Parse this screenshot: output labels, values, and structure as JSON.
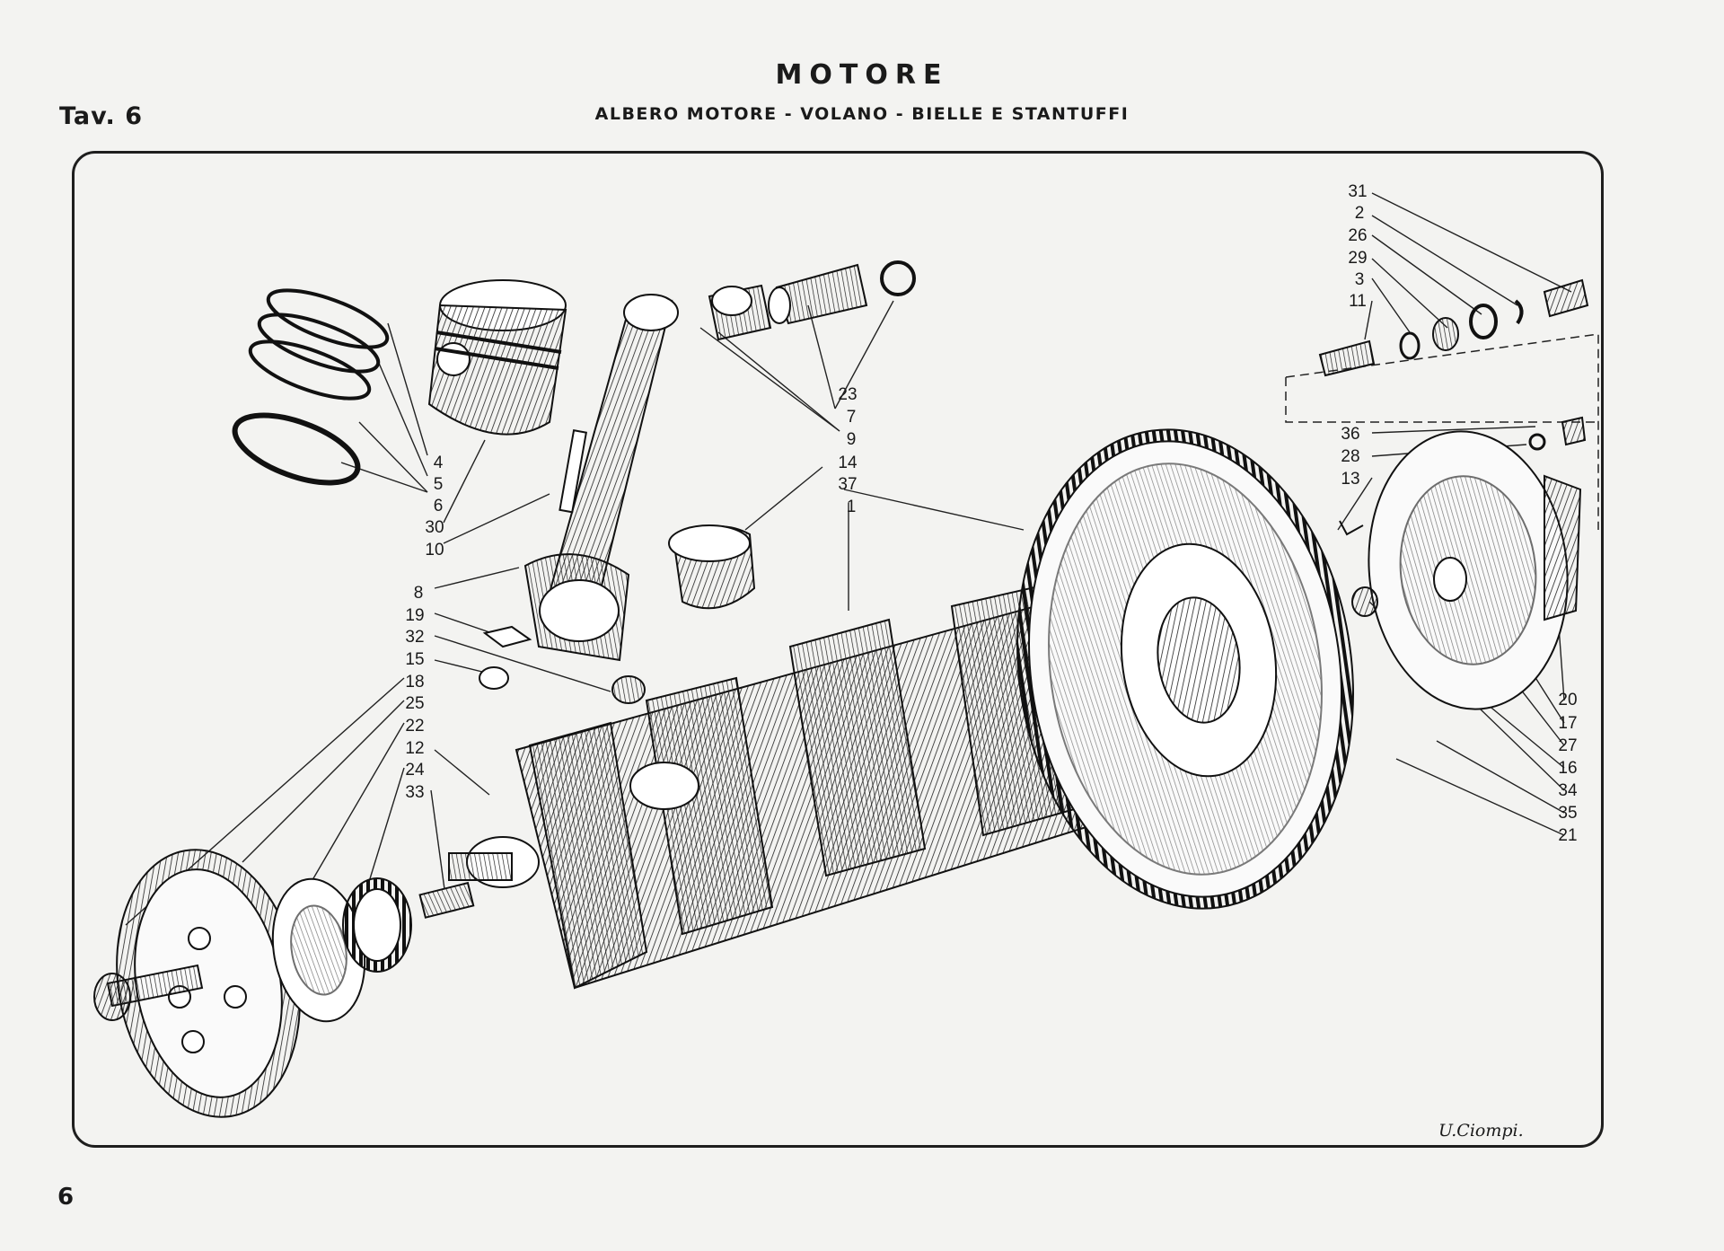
{
  "header": {
    "title": "MOTORE",
    "subtitle": "ALBERO MOTORE - VOLANO - BIELLE E STANTUFFI",
    "plate": "Tav. 6"
  },
  "footer": {
    "page_number": "6",
    "signature": "U.Ciompi."
  },
  "callouts": {
    "l4": "4",
    "l5": "5",
    "l6": "6",
    "l30": "30",
    "l10": "10",
    "l23": "23",
    "l7": "7",
    "l9": "9",
    "l14": "14",
    "l37": "37",
    "l1": "1",
    "l8": "8",
    "l19": "19",
    "l32": "32",
    "l15": "15",
    "l18": "18",
    "l25": "25",
    "l22": "22",
    "l12": "12",
    "l24": "24",
    "l33": "33",
    "l31": "31",
    "l2": "2",
    "l26": "26",
    "l29": "29",
    "l3": "3",
    "l11": "11",
    "l36": "36",
    "l28": "28",
    "l13": "13",
    "l20": "20",
    "l17": "17",
    "l27": "27",
    "l16": "16",
    "l34": "34",
    "l35": "35",
    "l21": "21"
  }
}
